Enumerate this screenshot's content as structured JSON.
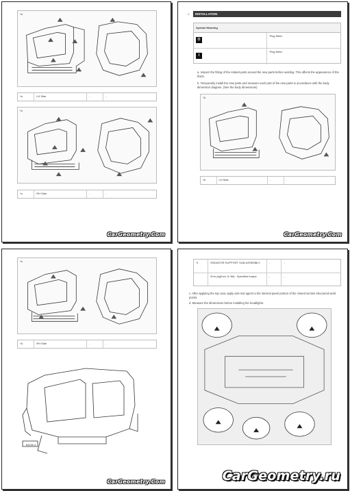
{
  "pages": [
    {
      "figure_tag": "*a",
      "table_row": {
        "ref": "*a",
        "text": "LH Side",
        "c2": "-",
        "c3": "-"
      },
      "figure2_tag": "*a",
      "table_row2": {
        "ref": "*a",
        "text": "RH Side",
        "c2": "-",
        "c3": "-"
      },
      "watermark": "CarGeometry.Com"
    },
    {
      "section_num": "2.",
      "section_title": "INSTALLATION",
      "symbol_table": {
        "header": "Symbol Meaning",
        "rows": [
          {
            "icon": "O",
            "meaning": "Plug Weld"
          },
          {
            "icon": "I",
            "meaning": "Plug Weld"
          }
        ]
      },
      "para_a": "a.  Inspect the fitting of the related parts around the new parts before welding. This affects the appearance of the finish.",
      "para_b": "b.  Temporarily install the new parts and measure each part of the new parts in accordance with the body dimension diagram. (See the body dimensions)",
      "figure_tag": "*A",
      "table_row": {
        "ref": "*A",
        "text": "LH Side",
        "c2": "-",
        "c3": "-"
      },
      "watermark": "CarGeometry.Com"
    },
    {
      "figure_tag": "*a",
      "table_row": {
        "ref": "*A",
        "text": "RH Side",
        "c2": "-",
        "c3": "-"
      },
      "callout_box": "NAYAK A",
      "watermark": "CarGeometry.Com"
    },
    {
      "ref_rows": [
        {
          "ref": "*1",
          "text": "RADIATOR SUPPORT SUB-ASSEMBLY",
          "c2": "-",
          "c3": "-"
        },
        {
          "ref": "",
          "text": "N*m (kgf*cm, ft.*lbf) : Specified torque",
          "c2": "-",
          "c3": "-"
        }
      ],
      "para_c": "c.  After applying the top coat, apply anti-rust agent to the internal panel portion of the closed section structured weld points.",
      "para_d": "d.  Measure the dimensions before installing the headlights.",
      "watermark": "CarGeometry.ru"
    }
  ]
}
